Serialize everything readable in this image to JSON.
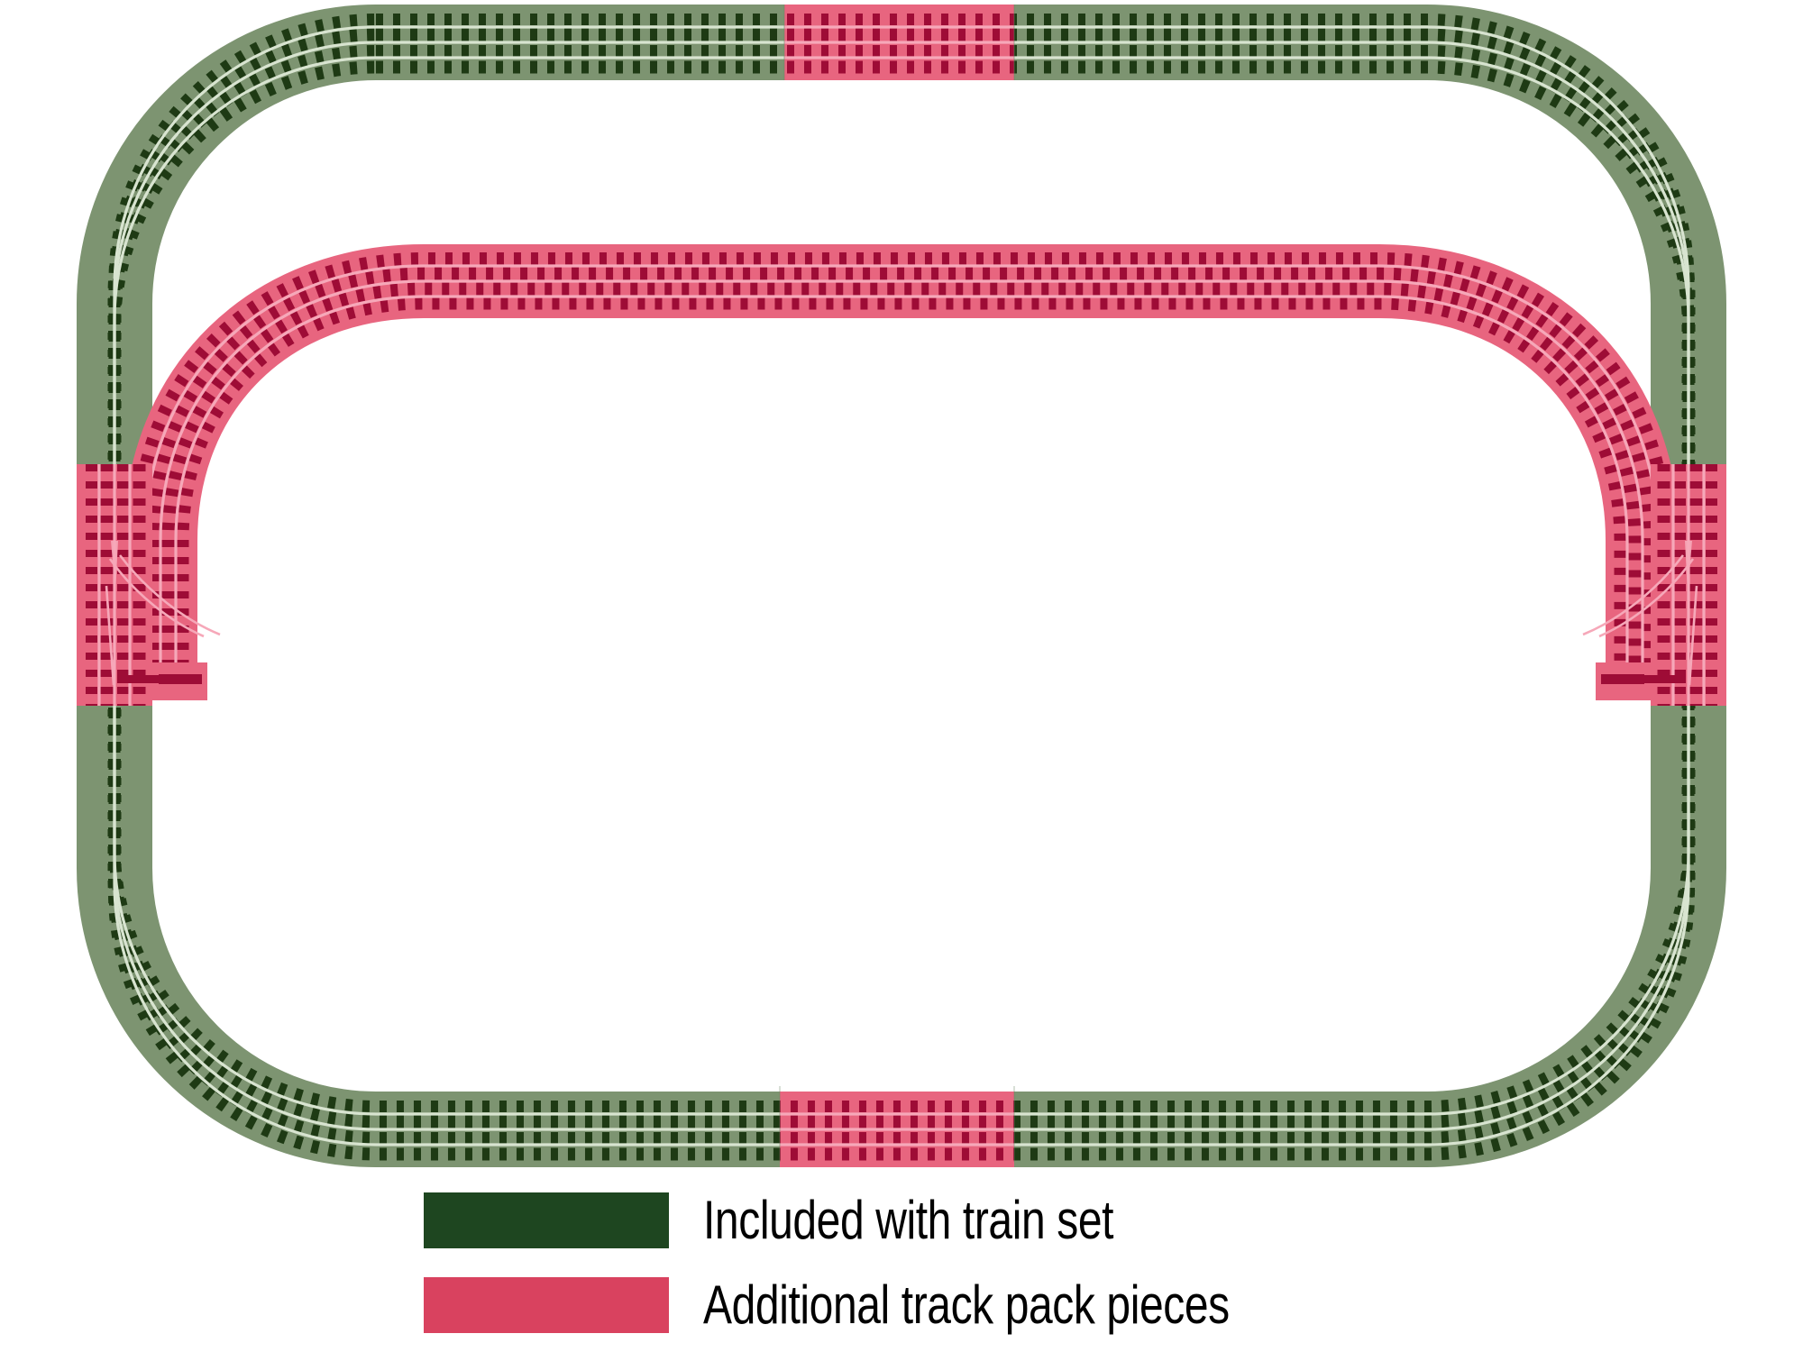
{
  "diagram": {
    "title": "Model train track layout plan",
    "description": "Oval outer loop with inner siding loop connected by two remote switches",
    "background_color": "#ffffff"
  },
  "colors": {
    "green_bed": "#7D9471",
    "green_tie": "#1E3A14",
    "green_rail": "#B9CBAE",
    "green_edge": "#6B8560",
    "green_swatch": "#1E4620",
    "pink_bed": "#E8657F",
    "pink_tie": "#9E0C36",
    "pink_rail": "#F6A8B9",
    "pink_edge": "#D9425F",
    "pink_swatch": "#D9425F",
    "text": "#000000"
  },
  "legend": {
    "items": [
      {
        "swatch_color": "#1E4620",
        "label": "Included with train set",
        "name": "included-with-train-set"
      },
      {
        "swatch_color": "#D9425F",
        "label": "Additional track pack pieces",
        "name": "additional-track-pack-pieces"
      }
    ]
  },
  "chart_data": {
    "type": "diagram",
    "title": "Track layout plan",
    "legend_position": "bottom-left",
    "elements": [
      {
        "id": "outer-loop",
        "kind": "oval-loop",
        "color": "green",
        "note": "outer oval, included with train set"
      },
      {
        "id": "outer-top-straight-pink",
        "kind": "straight",
        "color": "pink",
        "note": "add-on straight section on top run"
      },
      {
        "id": "outer-bottom-straight-pink",
        "kind": "straight",
        "color": "pink",
        "note": "add-on straight section on bottom run"
      },
      {
        "id": "left-switch",
        "kind": "turnout",
        "color": "pink",
        "note": "left-hand remote switch with switch machine"
      },
      {
        "id": "right-switch",
        "kind": "turnout",
        "color": "pink",
        "note": "right-hand remote switch with switch machine"
      },
      {
        "id": "inner-loop",
        "kind": "oval-loop",
        "color": "pink",
        "note": "inner siding loop, all add-on track"
      }
    ]
  }
}
